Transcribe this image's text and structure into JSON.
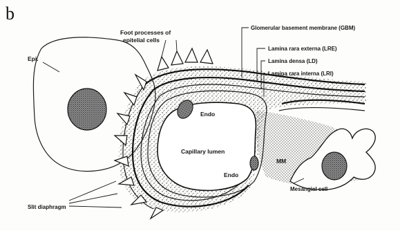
{
  "panel_letter": "b",
  "labels": {
    "foot_processes_1": "Foot processes of",
    "foot_processes_2": "epitelial cells",
    "epi": "Epi.",
    "gbm": "Glomerular basement membrane (GBM)",
    "lre": "Lamina rara externa (LRE)",
    "ld": "Lamina densa (LD)",
    "lri": "Lamina rara interna (LRI)",
    "endo_top": "Endo",
    "capillary_lumen": "Capillary lumen",
    "endo_bottom": "Endo",
    "mm": "MM",
    "mesangial_cell": "Mesangial cell",
    "slit_diaphragm": "Slit diaphragm"
  }
}
